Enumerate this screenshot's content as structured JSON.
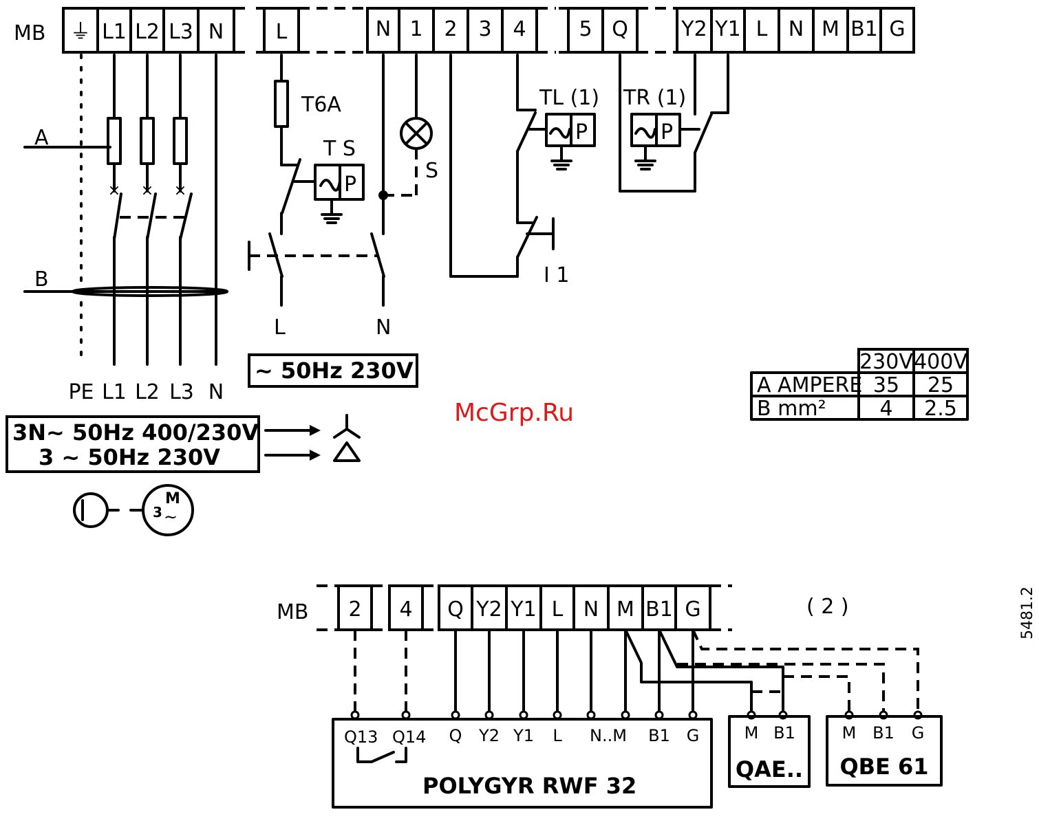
{
  "mb_label": "MB",
  "mb_label_2": "MB",
  "top_terminals": {
    "group1": [
      "⏚",
      "L1",
      "L2",
      "L3",
      "N"
    ],
    "group2": [
      "L"
    ],
    "group3": [
      "N",
      "1",
      "2",
      "3",
      "4"
    ],
    "group4": [
      "5",
      "Q"
    ],
    "group5": [
      "Y2",
      "Y1",
      "L",
      "N",
      "M",
      "B1",
      "G"
    ]
  },
  "labels": {
    "fuse": "T6A",
    "ts": "T S",
    "lamp": "S",
    "tl": "TL (1)",
    "tr": "TR (1)",
    "i1": "I 1",
    "a": "A",
    "b": "B",
    "switch_l": "L",
    "switch_n": "N",
    "pe_row": [
      "PE",
      "L1",
      "L2",
      "L3",
      "N"
    ],
    "p": "P",
    "motor_m": "M",
    "motor_3": "3"
  },
  "supply_box": {
    "text": "~ 50Hz 230V"
  },
  "mains_box": {
    "line1": "3N~ 50Hz 400/230V",
    "line2": "3 ~ 50Hz 230V"
  },
  "table": {
    "headers": [
      "",
      "230V",
      "400V"
    ],
    "rows": [
      [
        "A  AMPERE",
        "35",
        "25"
      ],
      [
        "B      mm²",
        "4",
        "2.5"
      ]
    ]
  },
  "watermark": "McGrp.Ru",
  "bottom_terminals": {
    "group1": [
      "2"
    ],
    "group2": [
      "4"
    ],
    "group3": [
      "Q",
      "Y2",
      "Y1",
      "L",
      "N",
      "M",
      "B1",
      "G"
    ]
  },
  "note_2": "( 2 )",
  "side_code": "5481.2",
  "polygyr": {
    "pins": [
      "Q13",
      "Q14",
      "Q",
      "Y2",
      "Y1",
      "L",
      "N..M",
      "B1",
      "G"
    ],
    "name": "POLYGYR  RWF  32"
  },
  "qae": {
    "pins": [
      "M",
      "B1"
    ],
    "name": "QAE.."
  },
  "qbe": {
    "pins": [
      "M",
      "B1",
      "G"
    ],
    "name": "QBE 61"
  }
}
